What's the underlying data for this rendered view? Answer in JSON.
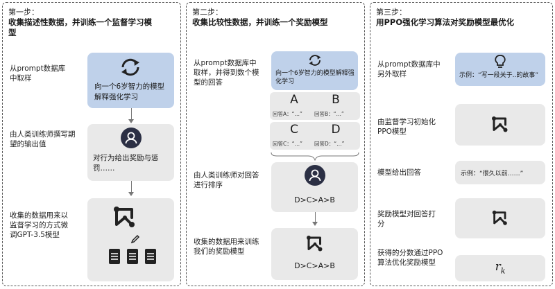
{
  "step1": {
    "title": "第一步：",
    "subtitle": "收集描述性数据，并训练一个监督学习模型",
    "label_sample": "从prompt数据库中取样",
    "prompt_box": "向一个6岁智力的模型解释强化学习",
    "label_labeler": "由人类训练师撰写期望的输出值",
    "labeler_box": "对行为给出奖励与惩罚……",
    "label_finetune": "收集的数据用来以监督学习的方式微调GPT-3.5模型"
  },
  "step2": {
    "title": "第二步：",
    "subtitle": "收集比较性数据，并训练一个奖励模型",
    "label_sample": "从prompt数据库中取样，并得到数个模型的回答",
    "prompt_box": "向一个6岁智力的模型解释强化学习",
    "answers": [
      {
        "letter": "A",
        "text": "回答A：“…”"
      },
      {
        "letter": "B",
        "text": "回答B：“…”"
      },
      {
        "letter": "C",
        "text": "回答C：“…”"
      },
      {
        "letter": "D",
        "text": "回答D：“…”"
      }
    ],
    "label_rank": "由人类训练师对回答进行排序",
    "ranking": "D>C>A>B",
    "label_reward": "收集的数据用来训练我们的奖励模型",
    "ranking2": "D>C>A>B"
  },
  "step3": {
    "title": "第三步：",
    "subtitle": "用PPO强化学习算法对奖励模型最优化",
    "label_sample": "从prompt数据库中另外取样",
    "prompt_box": "示例：“写一段关于..的故事”",
    "label_init": "由监督学习初始化PPO模型",
    "label_output": "模型给出回答",
    "output_box": "示例：“很久以前……”",
    "label_score": "奖励模型对回答打分",
    "label_update": "获得的分数通过PPO算法优化奖励模型",
    "score_symbol": "r",
    "score_sub": "k"
  },
  "colors": {
    "blue_box": "#bfd1ea",
    "gray_box": "#e9e9e9",
    "dark_icon": "#2b2f44"
  }
}
